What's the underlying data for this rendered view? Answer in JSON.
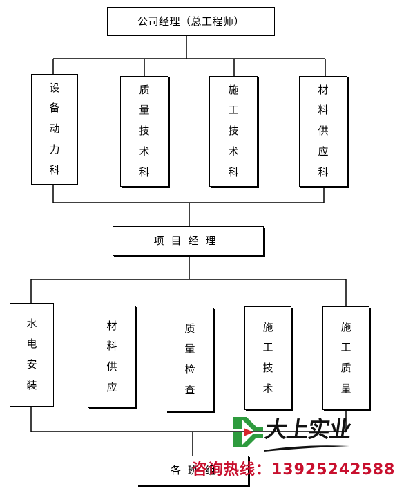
{
  "org_chart": {
    "top": "公司经理（总工程师）",
    "departments": [
      "设备动力科",
      "质量技术科",
      "施工技术科",
      "材料供应科"
    ],
    "project_manager": "项目经理",
    "functions": [
      "水电安装",
      "材料供应",
      "质量检查",
      "施工技术",
      "施工质量"
    ],
    "teams": "各班组"
  },
  "watermark": {
    "brand": "大上实业",
    "hotline": "咨询热线：13925242588",
    "colors": {
      "logo_green": "#2e9b3e",
      "logo_red": "#d6242b",
      "hotline_red": "#c8102e"
    }
  }
}
